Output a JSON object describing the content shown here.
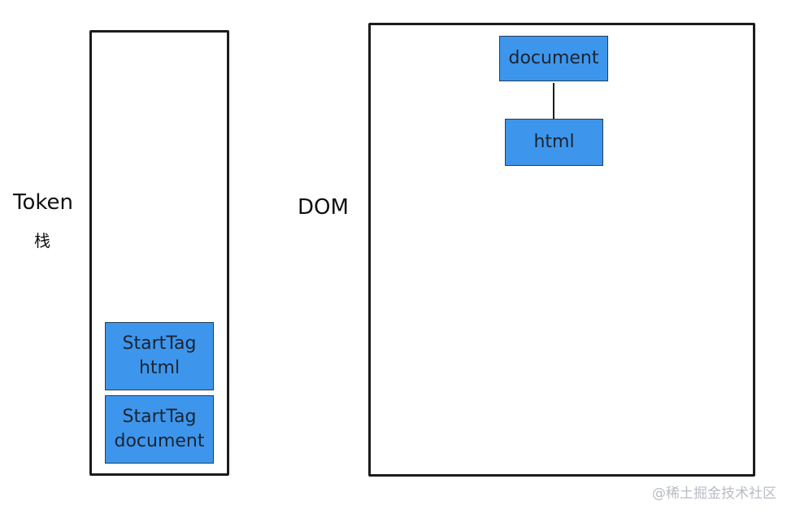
{
  "labels": {
    "token": "Token",
    "stack": "栈",
    "dom": "DOM"
  },
  "token_stack": [
    {
      "line1": "StartTag",
      "line2": "html"
    },
    {
      "line1": "StartTag",
      "line2": "document"
    }
  ],
  "dom_tree": {
    "root": "document",
    "child": "html"
  },
  "watermark": "@稀土掘金技术社区",
  "colors": {
    "node_fill": "#3d96ec",
    "frame_stroke": "#1c1c1c",
    "watermark_text": "#b8bcc4"
  }
}
